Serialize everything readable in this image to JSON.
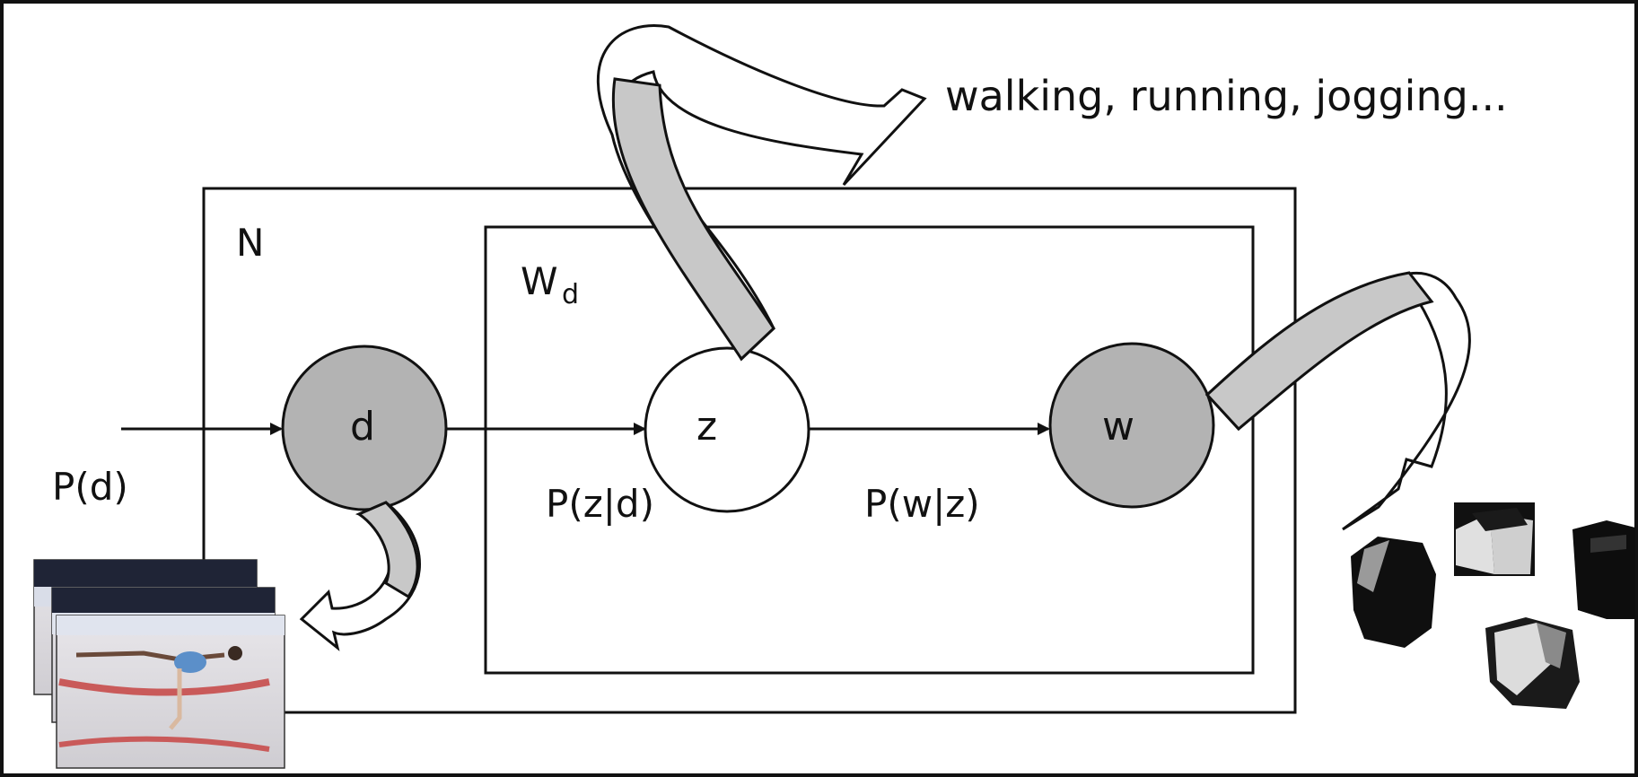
{
  "labels": {
    "outer_plate": "N",
    "inner_plate": "W",
    "inner_plate_subscript": "d",
    "node_d": "d",
    "node_z": "z",
    "node_w": "w",
    "prior_d": "P(d)",
    "cond_z_d": "P(z|d)",
    "cond_w_z": "P(w|z)",
    "topics": "walking, running, jogging..."
  },
  "colors": {
    "observed_node": "#b3b3b3",
    "latent_node": "#ffffff",
    "callout_arrow": "#c8c8c8",
    "stroke": "#111111"
  },
  "icons": {
    "video_frames": "figure-skater-video-frames",
    "spatio_temporal_words": "spatio-temporal-cuboid-patches"
  }
}
